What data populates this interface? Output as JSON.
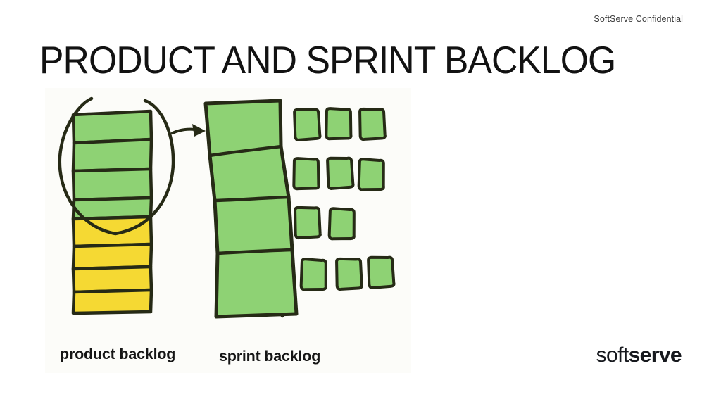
{
  "slide": {
    "confidential": "SoftServe Confidential",
    "title": "PRODUCT AND SPRINT BACKLOG"
  },
  "labels": {
    "product": "product backlog",
    "sprint": "sprint backlog"
  },
  "logo": {
    "light": "soft",
    "bold": "serve"
  },
  "diagram": {
    "colors": {
      "green": "#8ed274",
      "yellow": "#f5d933",
      "outline": "#262a16",
      "background": "#fcfcf9"
    },
    "product_backlog": {
      "green_segments": 4,
      "yellow_segments": 4,
      "annotation": "hand-drawn ellipse circles the 4 green (selected) segments, arrow points to sprint backlog"
    },
    "sprint_backlog": {
      "segments": 4
    },
    "sticky_note_rows": [
      3,
      3,
      2,
      3
    ]
  }
}
